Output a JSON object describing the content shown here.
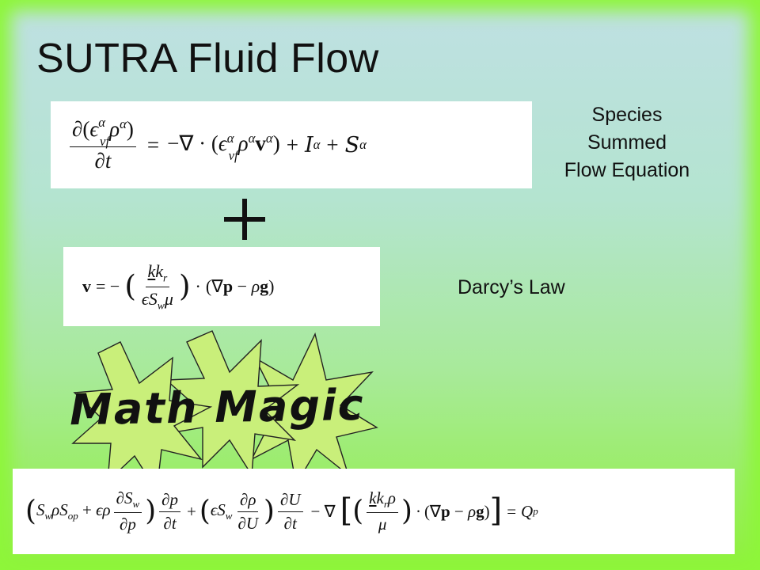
{
  "slide": {
    "title": "SUTRA Fluid Flow",
    "label_species": "Species",
    "label_summed": "Summed",
    "label_flow_equation": "Flow Equation",
    "label_darcy": "Darcy’s Law",
    "plus_sign": "+",
    "magic_text": "Math Magic"
  },
  "colors": {
    "background_top": "#bfe0e3",
    "background_bottom": "#8ff03c",
    "starburst_fill": "#c9ef7a",
    "starburst_stroke": "#222222"
  },
  "icons": [
    "starburst-shape"
  ]
}
